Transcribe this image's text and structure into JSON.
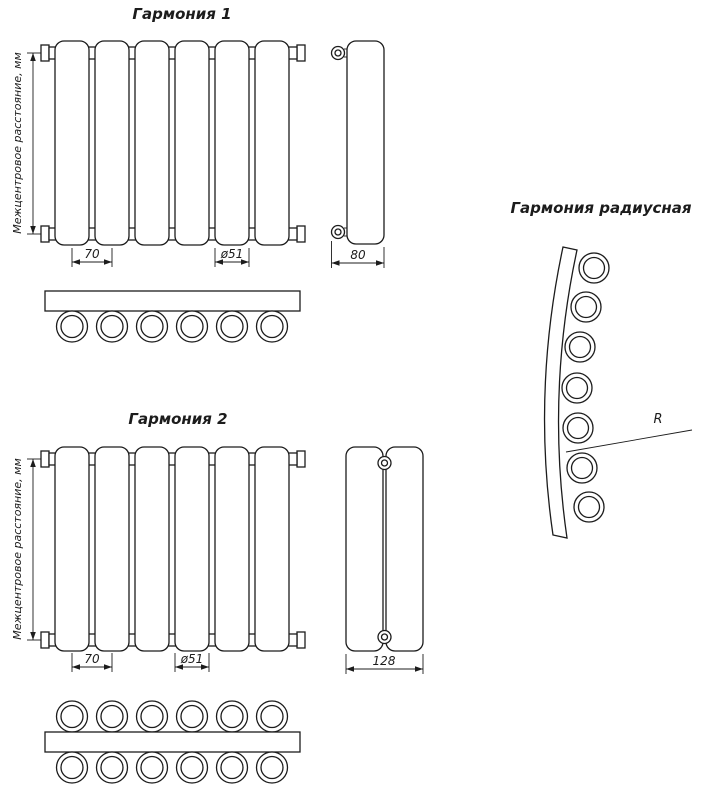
{
  "palette": {
    "line": "#1c1c1c",
    "background": "#ffffff"
  },
  "drawings": {
    "harmony1": {
      "title": "Гармония 1",
      "axis_label": "Межцентровое расстояние, мм",
      "dim_tube_spacing": "70",
      "dim_tube_diameter": "ø51",
      "dim_depth": "80"
    },
    "harmony2": {
      "title": "Гармония 2",
      "axis_label": "Межцентровое расстояние, мм",
      "dim_tube_spacing": "70",
      "dim_tube_diameter": "ø51",
      "dim_depth": "128"
    },
    "harmony_radial": {
      "title": "Гармония радиусная",
      "radius_label": "R"
    }
  }
}
